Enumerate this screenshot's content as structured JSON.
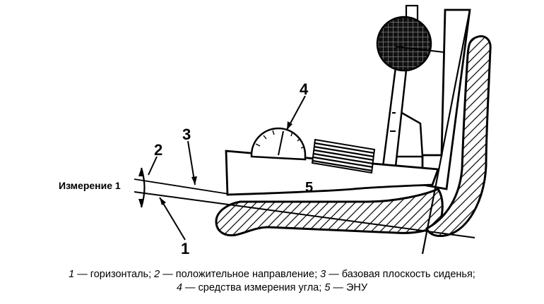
{
  "diagram": {
    "callouts": {
      "c1": "1",
      "c2": "2",
      "c3": "3",
      "c4": "4",
      "c5": "5"
    },
    "measurement_label": "Измерение 1"
  },
  "caption": {
    "line1": [
      {
        "num": "1",
        "text": " — горизонталь; "
      },
      {
        "num": "2",
        "text": " — положительное направление; "
      },
      {
        "num": "3",
        "text": " — базовая плоскость сиденья;"
      }
    ],
    "line2": [
      {
        "num": "4",
        "text": " — средства измерения угла; "
      },
      {
        "num": "5",
        "text": " — ЭНУ"
      }
    ]
  }
}
